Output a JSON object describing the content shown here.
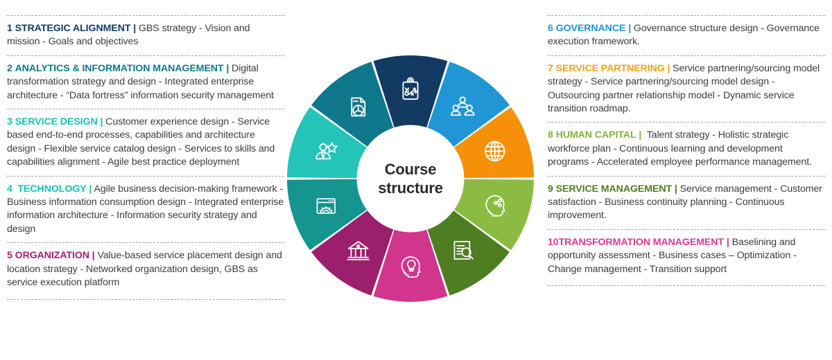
{
  "center": {
    "line1": "Course",
    "line2": "structure"
  },
  "colors": {
    "seg1": "#123a63",
    "seg2": "#10788c",
    "seg3": "#24c5b8",
    "seg4": "#159490",
    "seg5": "#9c1f6e",
    "seg6": "#2196d4",
    "seg7": "#f79009",
    "seg8": "#8bbb42",
    "seg9": "#4e7d22",
    "seg10": "#d2358e",
    "text": "#3b3b3b",
    "rule": "#9aa0a6"
  },
  "left_column": [
    {
      "number": "1",
      "title": "STRATEGIC ALIGNMENT",
      "sep": "|",
      "body": "GBS strategy - Vision and mission - Goals and objectives",
      "color_class": "c1",
      "icon": "clipboard-strategy-icon"
    },
    {
      "number": "2",
      "title": "ANALYTICS & INFORMATION MANAGEMENT",
      "sep": "|",
      "body": "Digital transformation strategy and design - Integrated enterprise architecture - “Data fortress” information security management",
      "color_class": "c2",
      "icon": "document-piechart-icon"
    },
    {
      "number": "3",
      "title": "SERVICE DESIGN",
      "sep": "|",
      "body": "Customer experience design - Service based end-to-end processes, capabilities and architecture design - Flexible service catalog design - Services to skills and capabilities alignment - Agile best practice deployment",
      "color_class": "c3",
      "icon": "person-star-icon"
    },
    {
      "number": "4",
      "title": "TECHNOLOGY",
      "sep": "|",
      "body": "Agile business decision-making framework - Business information consumption design - Integrated enterprise information architecture - Information security strategy and design",
      "color_class": "c4",
      "icon": "browser-gear-icon"
    },
    {
      "number": "5",
      "title": "ORGANIZATION",
      "sep": "|",
      "body": "Value-based service placement design and location strategy - Networked organization design, GBS as service execution platform",
      "color_class": "c5",
      "icon": "bank-building-icon"
    }
  ],
  "right_column": [
    {
      "number": "6",
      "title": "GOVERNANCE",
      "sep": "|",
      "body": "Governance structure design - Governance execution framework.",
      "color_class": "c6",
      "icon": "people-group-icon"
    },
    {
      "number": "7",
      "title": "SERVICE PARTNERING",
      "sep": "|",
      "body": "Service partnering/sourcing model strategy - Service partnering/sourcing model design - Outsourcing partner relationship model - Dynamic service transition roadmap.",
      "color_class": "c7",
      "icon": "globe-icon"
    },
    {
      "number": "8",
      "title": "HUMAN CAPITAL",
      "sep": "|",
      "body": "Talent strategy - Holistic strategic workforce plan - Continuous learning and development programs - Accelerated employee performance management.",
      "color_class": "c8",
      "icon": "head-network-icon"
    },
    {
      "number": "9",
      "title": "SERVICE MANAGEMENT",
      "sep": "|",
      "body": "Service management - Customer satisfaction - Business continuity planning - Continuous improvement.",
      "color_class": "c9",
      "icon": "document-search-icon"
    },
    {
      "number": "10",
      "title": "TRANSFORMATION MANAGEMENT",
      "sep": "|",
      "body": "Baselining and opportunity assessment - Business cases – Optimization - Change management - Transition support",
      "color_class": "c10",
      "icon": "head-lightbulb-icon"
    }
  ],
  "chart_data": {
    "type": "pie",
    "title": "Course structure",
    "subtitle": "",
    "xlabel": "",
    "ylabel": "",
    "legend_position": "sides",
    "grid": false,
    "donut": true,
    "inner_radius_ratio": 0.435,
    "start_angle_deg": -18,
    "direction": "clockwise",
    "categories": [
      "1 STRATEGIC ALIGNMENT",
      "6 GOVERNANCE",
      "7 SERVICE PARTNERING",
      "8 HUMAN CAPITAL",
      "9 SERVICE MANAGEMENT",
      "10 TRANSFORMATION MANAGEMENT",
      "5 ORGANIZATION",
      "4 TECHNOLOGY",
      "3 SERVICE DESIGN",
      "2 ANALYTICS & INFORMATION MANAGEMENT"
    ],
    "values": [
      10,
      10,
      10,
      10,
      10,
      10,
      10,
      10,
      10,
      10
    ],
    "slice_colors": [
      "#123a63",
      "#2196d4",
      "#f79009",
      "#8bbb42",
      "#4e7d22",
      "#d2358e",
      "#9c1f6e",
      "#159490",
      "#24c5b8",
      "#10788c"
    ],
    "slice_icons": [
      "clipboard-strategy-icon",
      "people-group-icon",
      "globe-icon",
      "head-network-icon",
      "document-search-icon",
      "head-lightbulb-icon",
      "bank-building-icon",
      "browser-gear-icon",
      "person-star-icon",
      "document-piechart-icon"
    ]
  }
}
